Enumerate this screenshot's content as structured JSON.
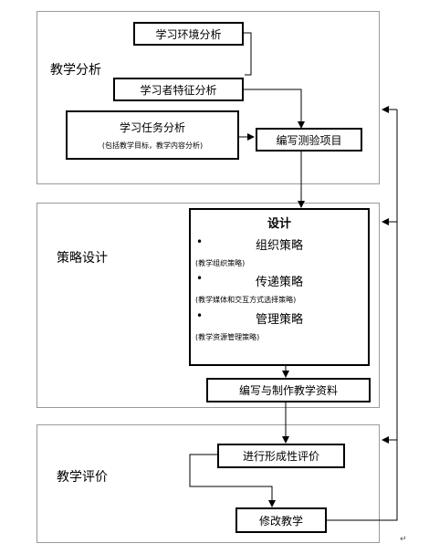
{
  "sections": {
    "analysis": {
      "title": "教学分析"
    },
    "strategy": {
      "title": "策略设计"
    },
    "evaluation": {
      "title": "教学评价"
    }
  },
  "boxes": {
    "env": "学习环境分析",
    "learner": "学习者特征分析",
    "task": "学习任务分析",
    "task_note": "(包括教学目标，教学内容分析)",
    "test": "编写测验项目",
    "materials": "编写与制作教学资料",
    "formative": "进行形成性评价",
    "revise": "修改教学"
  },
  "design": {
    "title": "设计",
    "bullet": "•",
    "items": [
      {
        "label": "组织策略",
        "note": "(教学组织策略)"
      },
      {
        "label": "传递策略",
        "note": "(教学媒体和交互方式选择策略)"
      },
      {
        "label": "管理策略",
        "note": "(教学资源管理策略)"
      }
    ]
  },
  "trailing_mark": "↵"
}
